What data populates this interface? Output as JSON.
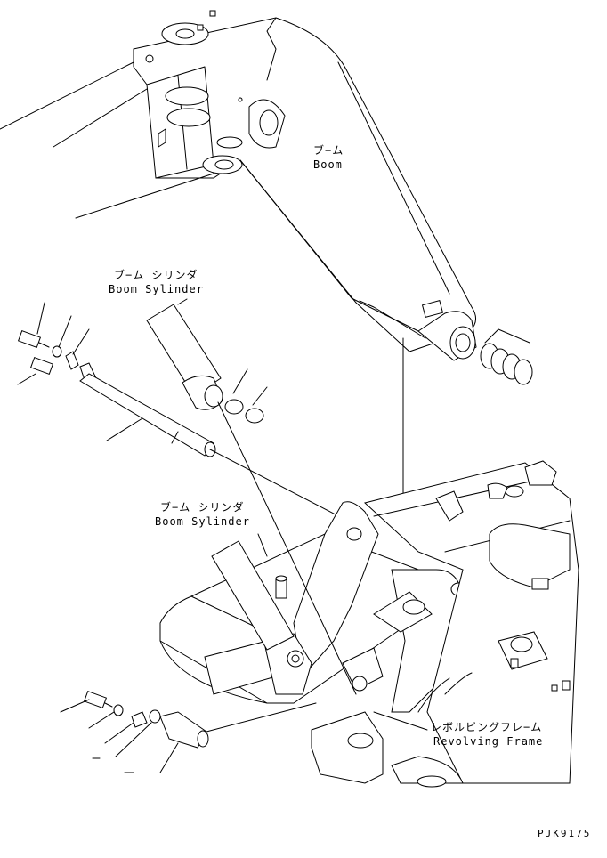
{
  "labels": {
    "boom_jp": "ブ−ム",
    "boom_en": "Boom",
    "boom_cyl_top_jp": "ブ−ム シリンダ",
    "boom_cyl_top_en": "Boom Sylinder",
    "boom_cyl_mid_jp": "ブ−ム シリンダ",
    "boom_cyl_mid_en": "Boom Sylinder",
    "frame_jp": "レボルビングフレ−ム",
    "frame_en": "Revolving Frame",
    "drawing_code": "PJK9175"
  }
}
